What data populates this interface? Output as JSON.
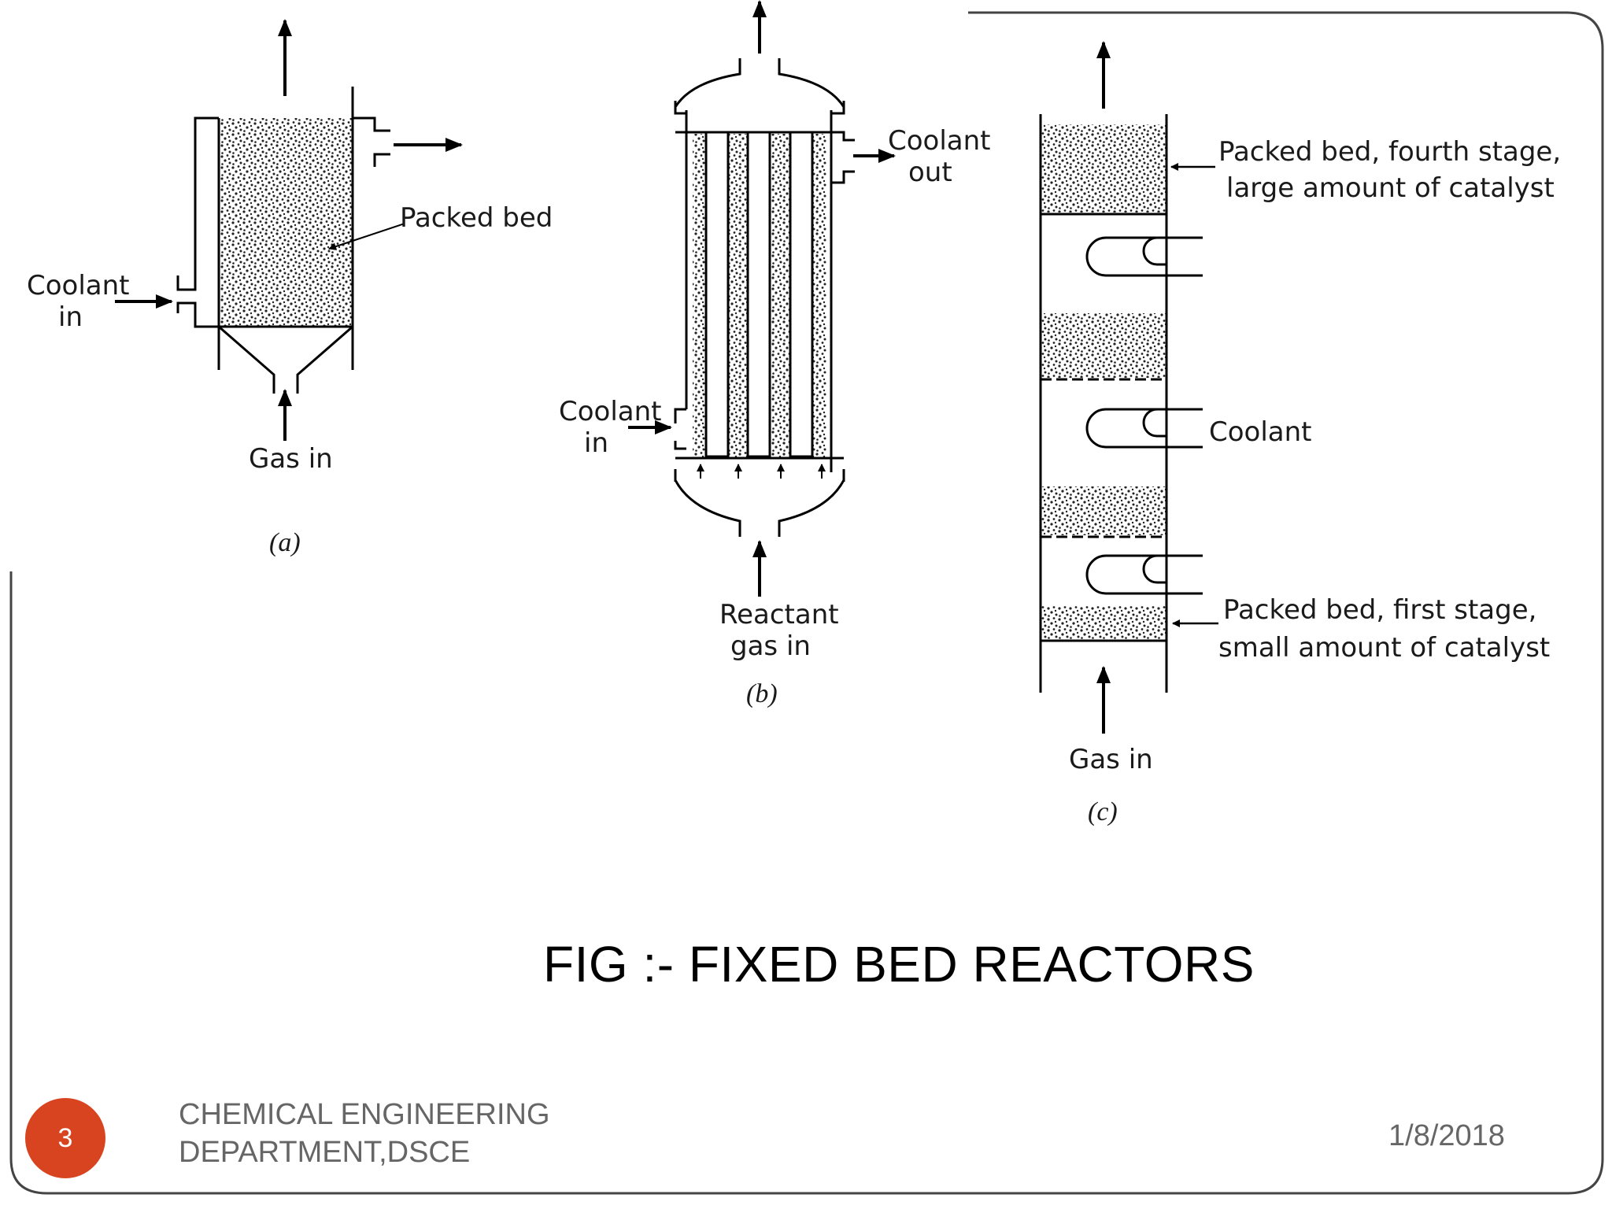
{
  "diagram": {
    "a": {
      "packed_bed_label": "Packed bed",
      "coolant_in": [
        "Coolant",
        "in"
      ],
      "gas_in": "Gas in",
      "caption": "(a)"
    },
    "b": {
      "coolant_out": [
        "Coolant",
        "out"
      ],
      "coolant_in": [
        "Coolant",
        "in"
      ],
      "reactant_gas_in": [
        "Reactant",
        "gas in"
      ],
      "caption": "(b)"
    },
    "c": {
      "fourth_stage": [
        "Packed bed, fourth stage,",
        "large amount of catalyst"
      ],
      "coolant": "Coolant",
      "first_stage": [
        "Packed bed, first stage,",
        "small amount of catalyst"
      ],
      "gas_in": "Gas in",
      "caption": "(c)"
    }
  },
  "caption": "FIG :- FIXED BED REACTORS",
  "footer": {
    "page_number": "3",
    "department_line1": "CHEMICAL ENGINEERING",
    "department_line2": "DEPARTMENT,DSCE",
    "date": "1/8/2018"
  },
  "colors": {
    "accent": "#d8441f",
    "footer_text": "#666666",
    "frame": "#444444"
  }
}
